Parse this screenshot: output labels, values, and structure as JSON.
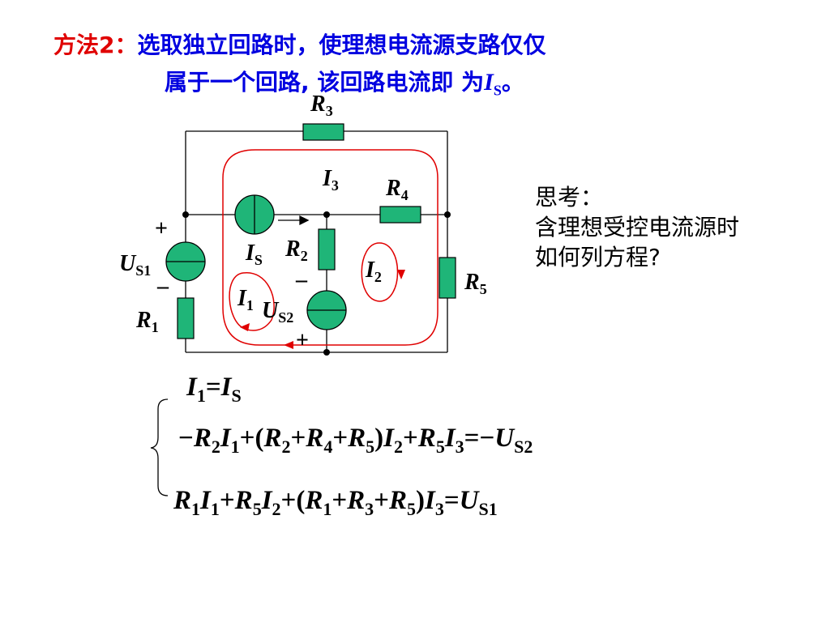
{
  "header": {
    "method_label": "方法2：",
    "line1_text": "选取独立回路时，使理想电流源支路仅仅",
    "line2_text": "属于一个回路, 该回路电流即 为",
    "line2_symbol": "I",
    "line2_sub": "S",
    "line2_end": "。"
  },
  "circuit": {
    "labels": {
      "R3": {
        "sym": "R",
        "sub": "3"
      },
      "I3": {
        "sym": "I",
        "sub": "3"
      },
      "R4": {
        "sym": "R",
        "sub": "4"
      },
      "plus_top": "+",
      "US1": {
        "sym": "U",
        "sub": "S1"
      },
      "minus_left": "–",
      "R1": {
        "sym": "R",
        "sub": "1"
      },
      "IS": {
        "sym": "I",
        "sub": "S"
      },
      "R2": {
        "sym": "R",
        "sub": "2"
      },
      "minus_mid": "–",
      "I2": {
        "sym": "I",
        "sub": "2"
      },
      "R5": {
        "sym": "R",
        "sub": "5"
      },
      "I1": {
        "sym": "I",
        "sub": "1"
      },
      "US2": {
        "sym": "U",
        "sub": "S2"
      },
      "plus_bottom": "+"
    }
  },
  "think": {
    "line1": "思考：",
    "line2": "含理想受控电流源时",
    "line3": "如何列方程?"
  },
  "colors": {
    "title_red": "#e00000",
    "title_blue": "#0000e0",
    "component_green": "#1fb578",
    "loop_red": "#e00000"
  }
}
